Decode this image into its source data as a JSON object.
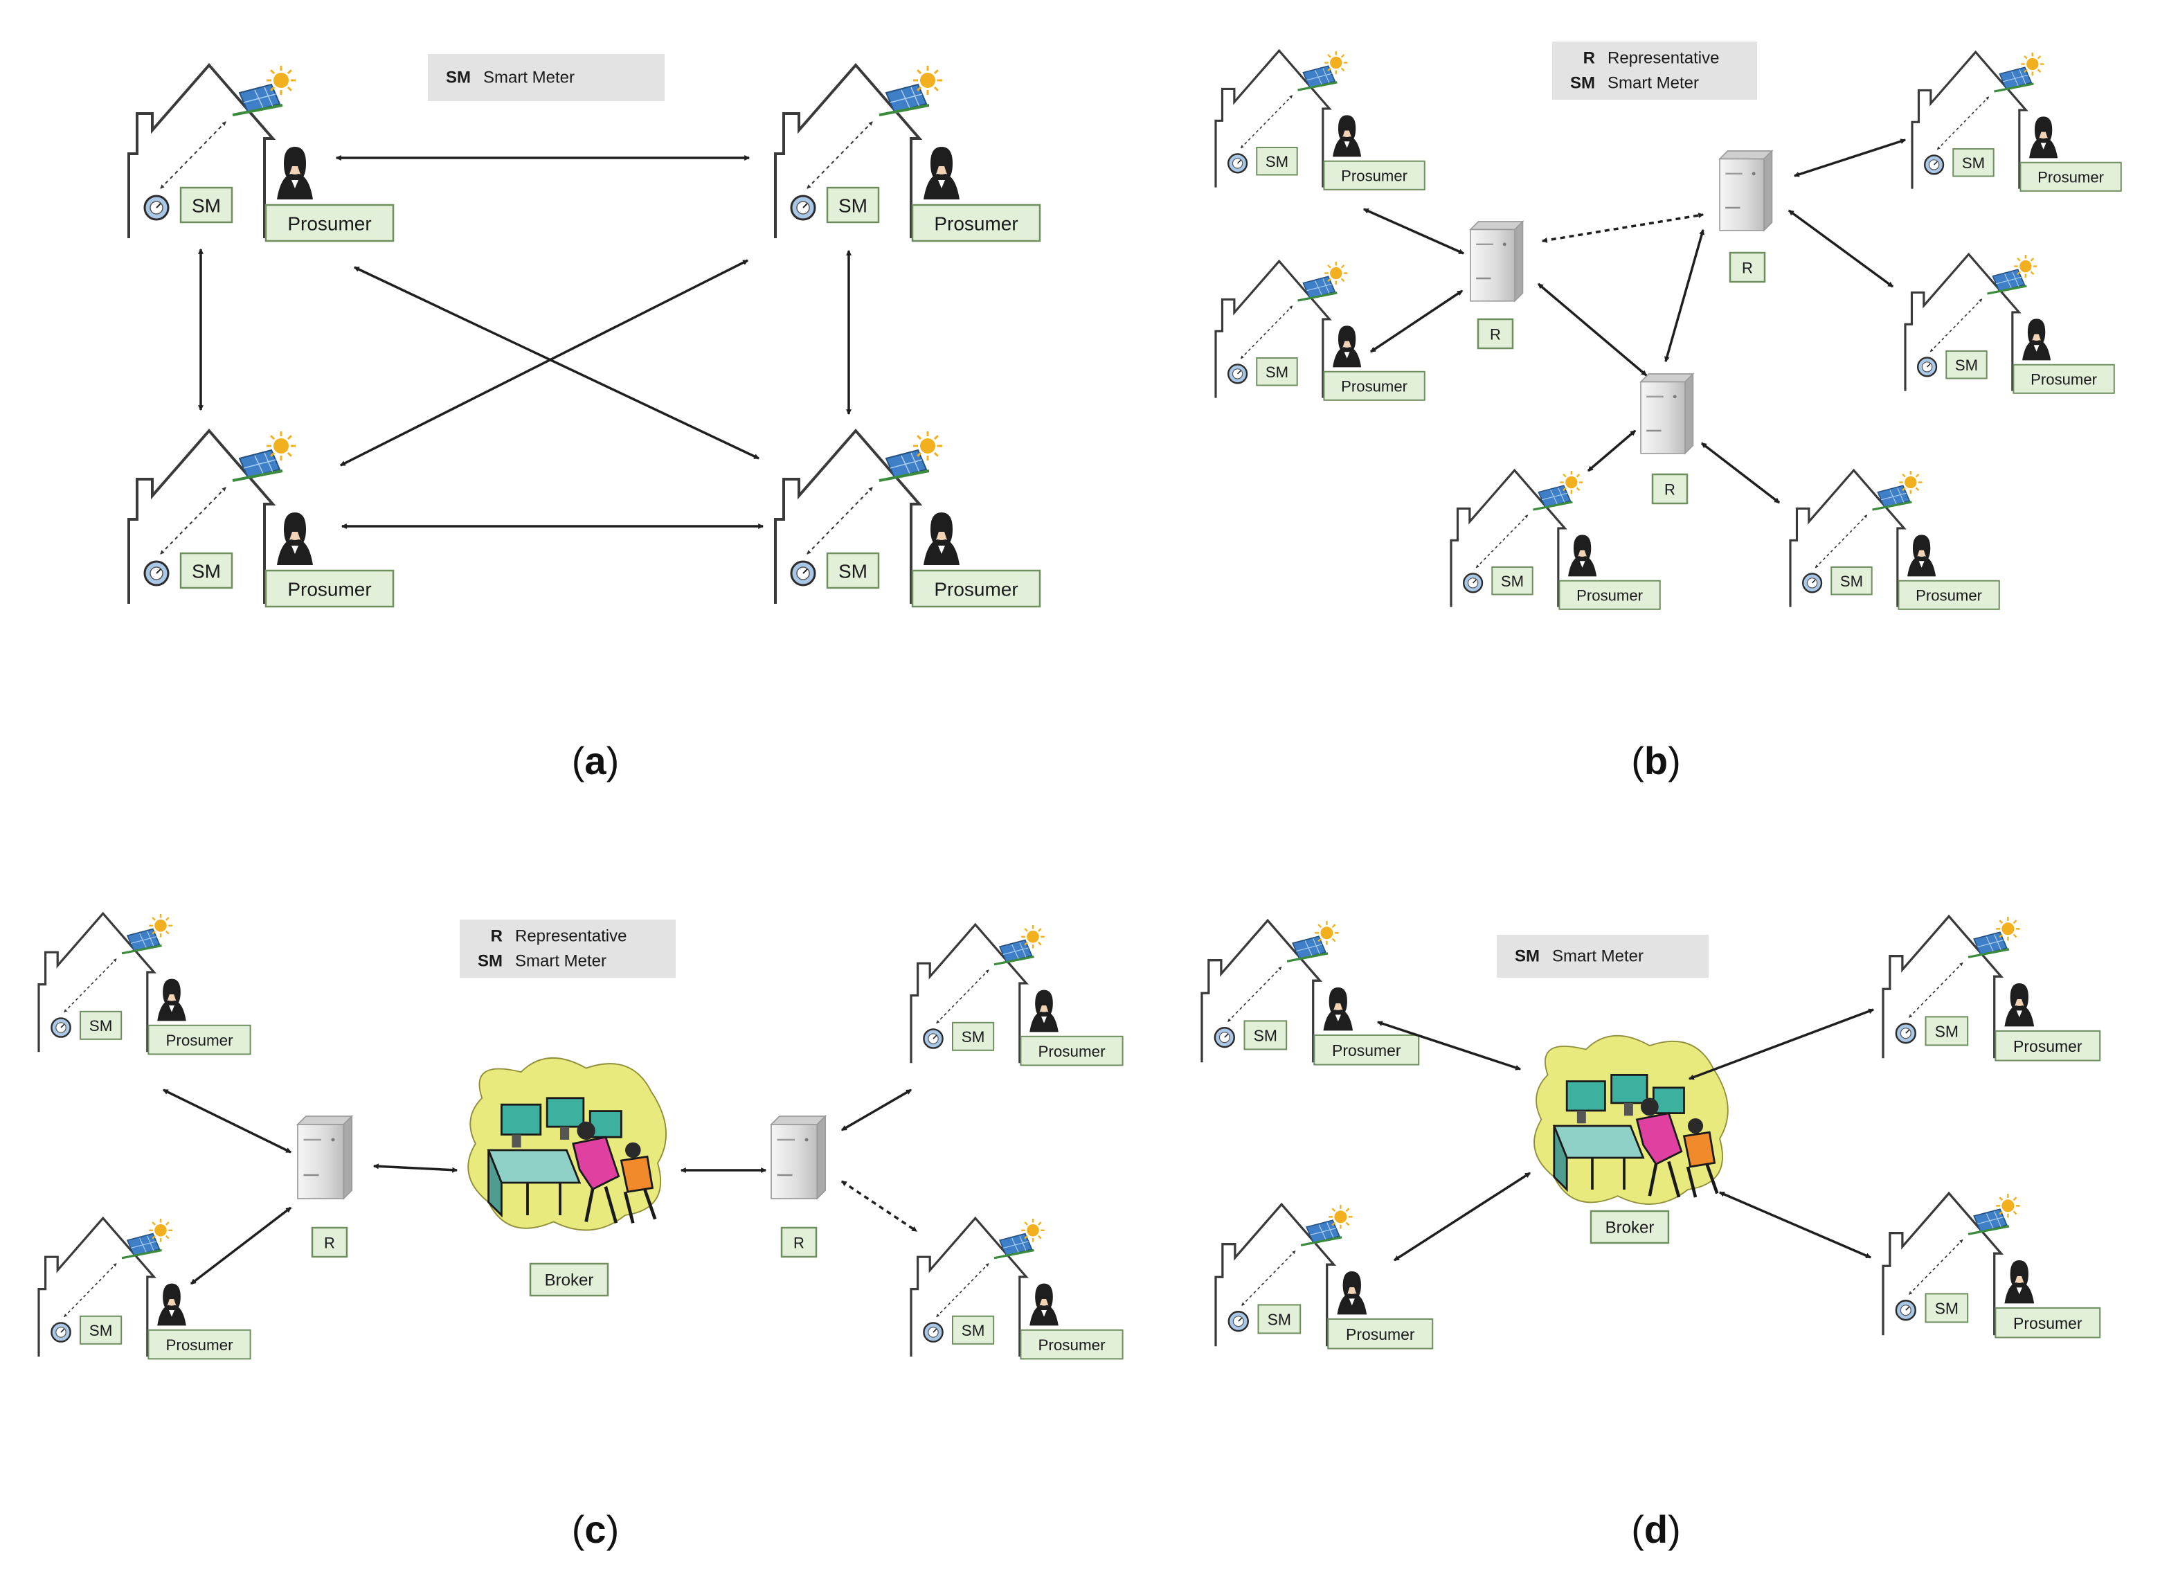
{
  "colors": {
    "label_fill": "#e2efd9",
    "label_stroke": "#6f8f5f",
    "legend_fill": "#e3e3e3",
    "arrow": "#1f1f1f",
    "house_stroke": "#3a3a3a",
    "server_fill": "#e8e8e8",
    "broker_blob": "#e9ea7e",
    "panel_blue": "#3f7fc8",
    "sun": "#f2b01e",
    "person_dark": "#1e1e1e",
    "person_face": "#f2d3b5"
  },
  "labels": {
    "prosumer": "Prosumer",
    "sm": "SM",
    "r": "R",
    "broker": "Broker"
  },
  "legends": {
    "a": [
      {
        "key": "SM",
        "value": "Smart Meter"
      }
    ],
    "b": [
      {
        "key": "R",
        "value": "Representative"
      },
      {
        "key": "SM",
        "value": "Smart Meter"
      }
    ],
    "c": [
      {
        "key": "R",
        "value": "Representative"
      },
      {
        "key": "SM",
        "value": "Smart Meter"
      }
    ],
    "d": [
      {
        "key": "SM",
        "value": "Smart Meter"
      }
    ]
  },
  "captions": {
    "a": "a",
    "b": "b",
    "c": "c",
    "d": "d"
  },
  "icons": [
    "house-icon",
    "solar-panel-icon",
    "sun-icon",
    "prosumer-person-icon",
    "smart-meter-icon",
    "server-icon",
    "broker-icon",
    "double-arrow"
  ]
}
